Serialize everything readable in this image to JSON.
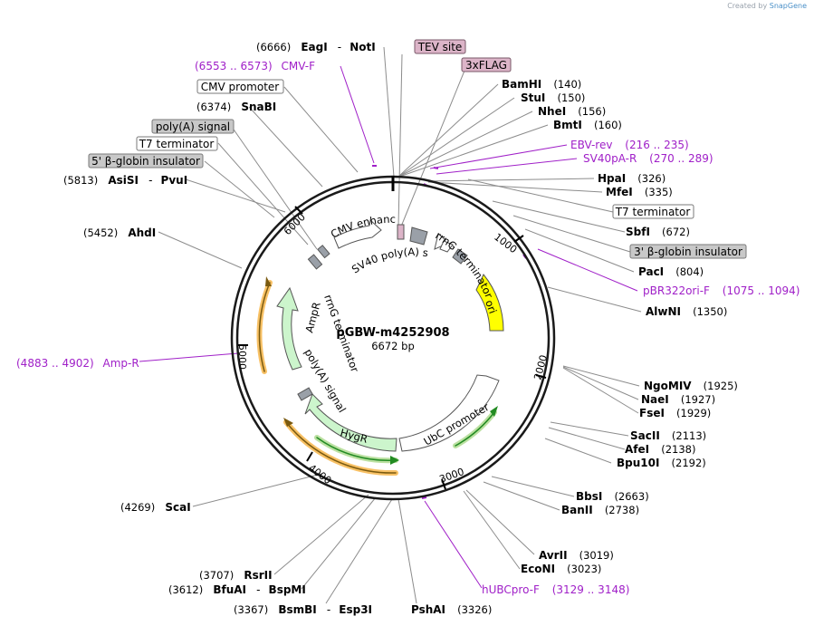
{
  "credit": {
    "prefix": "Created by",
    "brand": "SnapGene"
  },
  "plasmid": {
    "name": "pGBW-m4252908",
    "size": "6672 bp"
  },
  "ticks": [
    "1000",
    "2000",
    "3000",
    "4000",
    "5000",
    "6000"
  ],
  "enzymes": [
    {
      "pos": "(6666)",
      "name": "EagI",
      "sep": "-",
      "name2": "NotI"
    },
    {
      "pos": "(6374)",
      "name": "SnaBI"
    },
    {
      "pos": "(5813)",
      "name": "AsiSI",
      "sep": "-",
      "name2": "PvuI"
    },
    {
      "pos": "(5452)",
      "name": "AhdI"
    },
    {
      "pos": "(140)",
      "name": "BamHI"
    },
    {
      "pos": "(150)",
      "name": "StuI"
    },
    {
      "pos": "(156)",
      "name": "NheI"
    },
    {
      "pos": "(160)",
      "name": "BmtI"
    },
    {
      "pos": "(326)",
      "name": "HpaI"
    },
    {
      "pos": "(335)",
      "name": "MfeI"
    },
    {
      "pos": "(672)",
      "name": "SbfI"
    },
    {
      "pos": "(804)",
      "name": "PacI"
    },
    {
      "pos": "(1350)",
      "name": "AlwNI"
    },
    {
      "pos": "(1925)",
      "name": "NgoMIV"
    },
    {
      "pos": "(1927)",
      "name": "NaeI"
    },
    {
      "pos": "(1929)",
      "name": "FseI"
    },
    {
      "pos": "(2113)",
      "name": "SacII"
    },
    {
      "pos": "(2138)",
      "name": "AfeI"
    },
    {
      "pos": "(2192)",
      "name": "Bpu10I"
    },
    {
      "pos": "(2663)",
      "name": "BbsI"
    },
    {
      "pos": "(2738)",
      "name": "BanII"
    },
    {
      "pos": "(3019)",
      "name": "AvrII"
    },
    {
      "pos": "(3023)",
      "name": "EcoNI"
    },
    {
      "pos": "(3326)",
      "name": "PshAI"
    },
    {
      "pos": "(3367)",
      "name": "BsmBI",
      "sep": "-",
      "name2": "Esp3I"
    },
    {
      "pos": "(3612)",
      "name": "BfuAI",
      "sep": "-",
      "name2": "BspMI"
    },
    {
      "pos": "(3707)",
      "name": "RsrII"
    },
    {
      "pos": "(4269)",
      "name": "ScaI"
    }
  ],
  "primers": [
    {
      "range": "(6553 .. 6573)",
      "name": "CMV-F"
    },
    {
      "range": "(216 .. 235)",
      "name": "EBV-rev"
    },
    {
      "range": "(270 .. 289)",
      "name": "SV40pA-R"
    },
    {
      "range": "(1075 .. 1094)",
      "name": "pBR322ori-F"
    },
    {
      "range": "(4883 .. 4902)",
      "name": "Amp-R"
    },
    {
      "range": "(3129 .. 3148)",
      "name": "hUBCpro-F"
    }
  ],
  "boxed_features": [
    {
      "label": "TEV site",
      "style": "pink"
    },
    {
      "label": "3xFLAG",
      "style": "pink"
    },
    {
      "label": "CMV promoter",
      "style": "white"
    },
    {
      "label": "poly(A) signal",
      "style": "gray"
    },
    {
      "label": "T7 terminator",
      "style": "white"
    },
    {
      "label": "5' β-globin insulator",
      "style": "gray"
    },
    {
      "label": "T7 terminator",
      "style": "white"
    },
    {
      "label": "3' β-globin insulator",
      "style": "gray"
    }
  ],
  "features": {
    "cmv_enhancer": "CMV enhancer",
    "sv40_polya": "SV40 poly(A) signal",
    "rrng_term_right": "rrnG terminator",
    "ori": "ori",
    "ampr": "AmpR",
    "rrng_term_left": "rrnG terminator",
    "polya_signal": "poly(A) signal",
    "hygr": "HygR",
    "ubc_promoter": "UbC promoter"
  },
  "colors": {
    "backbone": "#1a1a1a",
    "primer": "#a020c8",
    "ori": "#ffff00",
    "resistance": "#ccf5cc",
    "promoter": "#ffffff",
    "orf_arrow": "#228b22",
    "orf_halo": "#f5a623",
    "pink_box": "#dcb4c8",
    "gray_box": "#c8c8c8"
  }
}
